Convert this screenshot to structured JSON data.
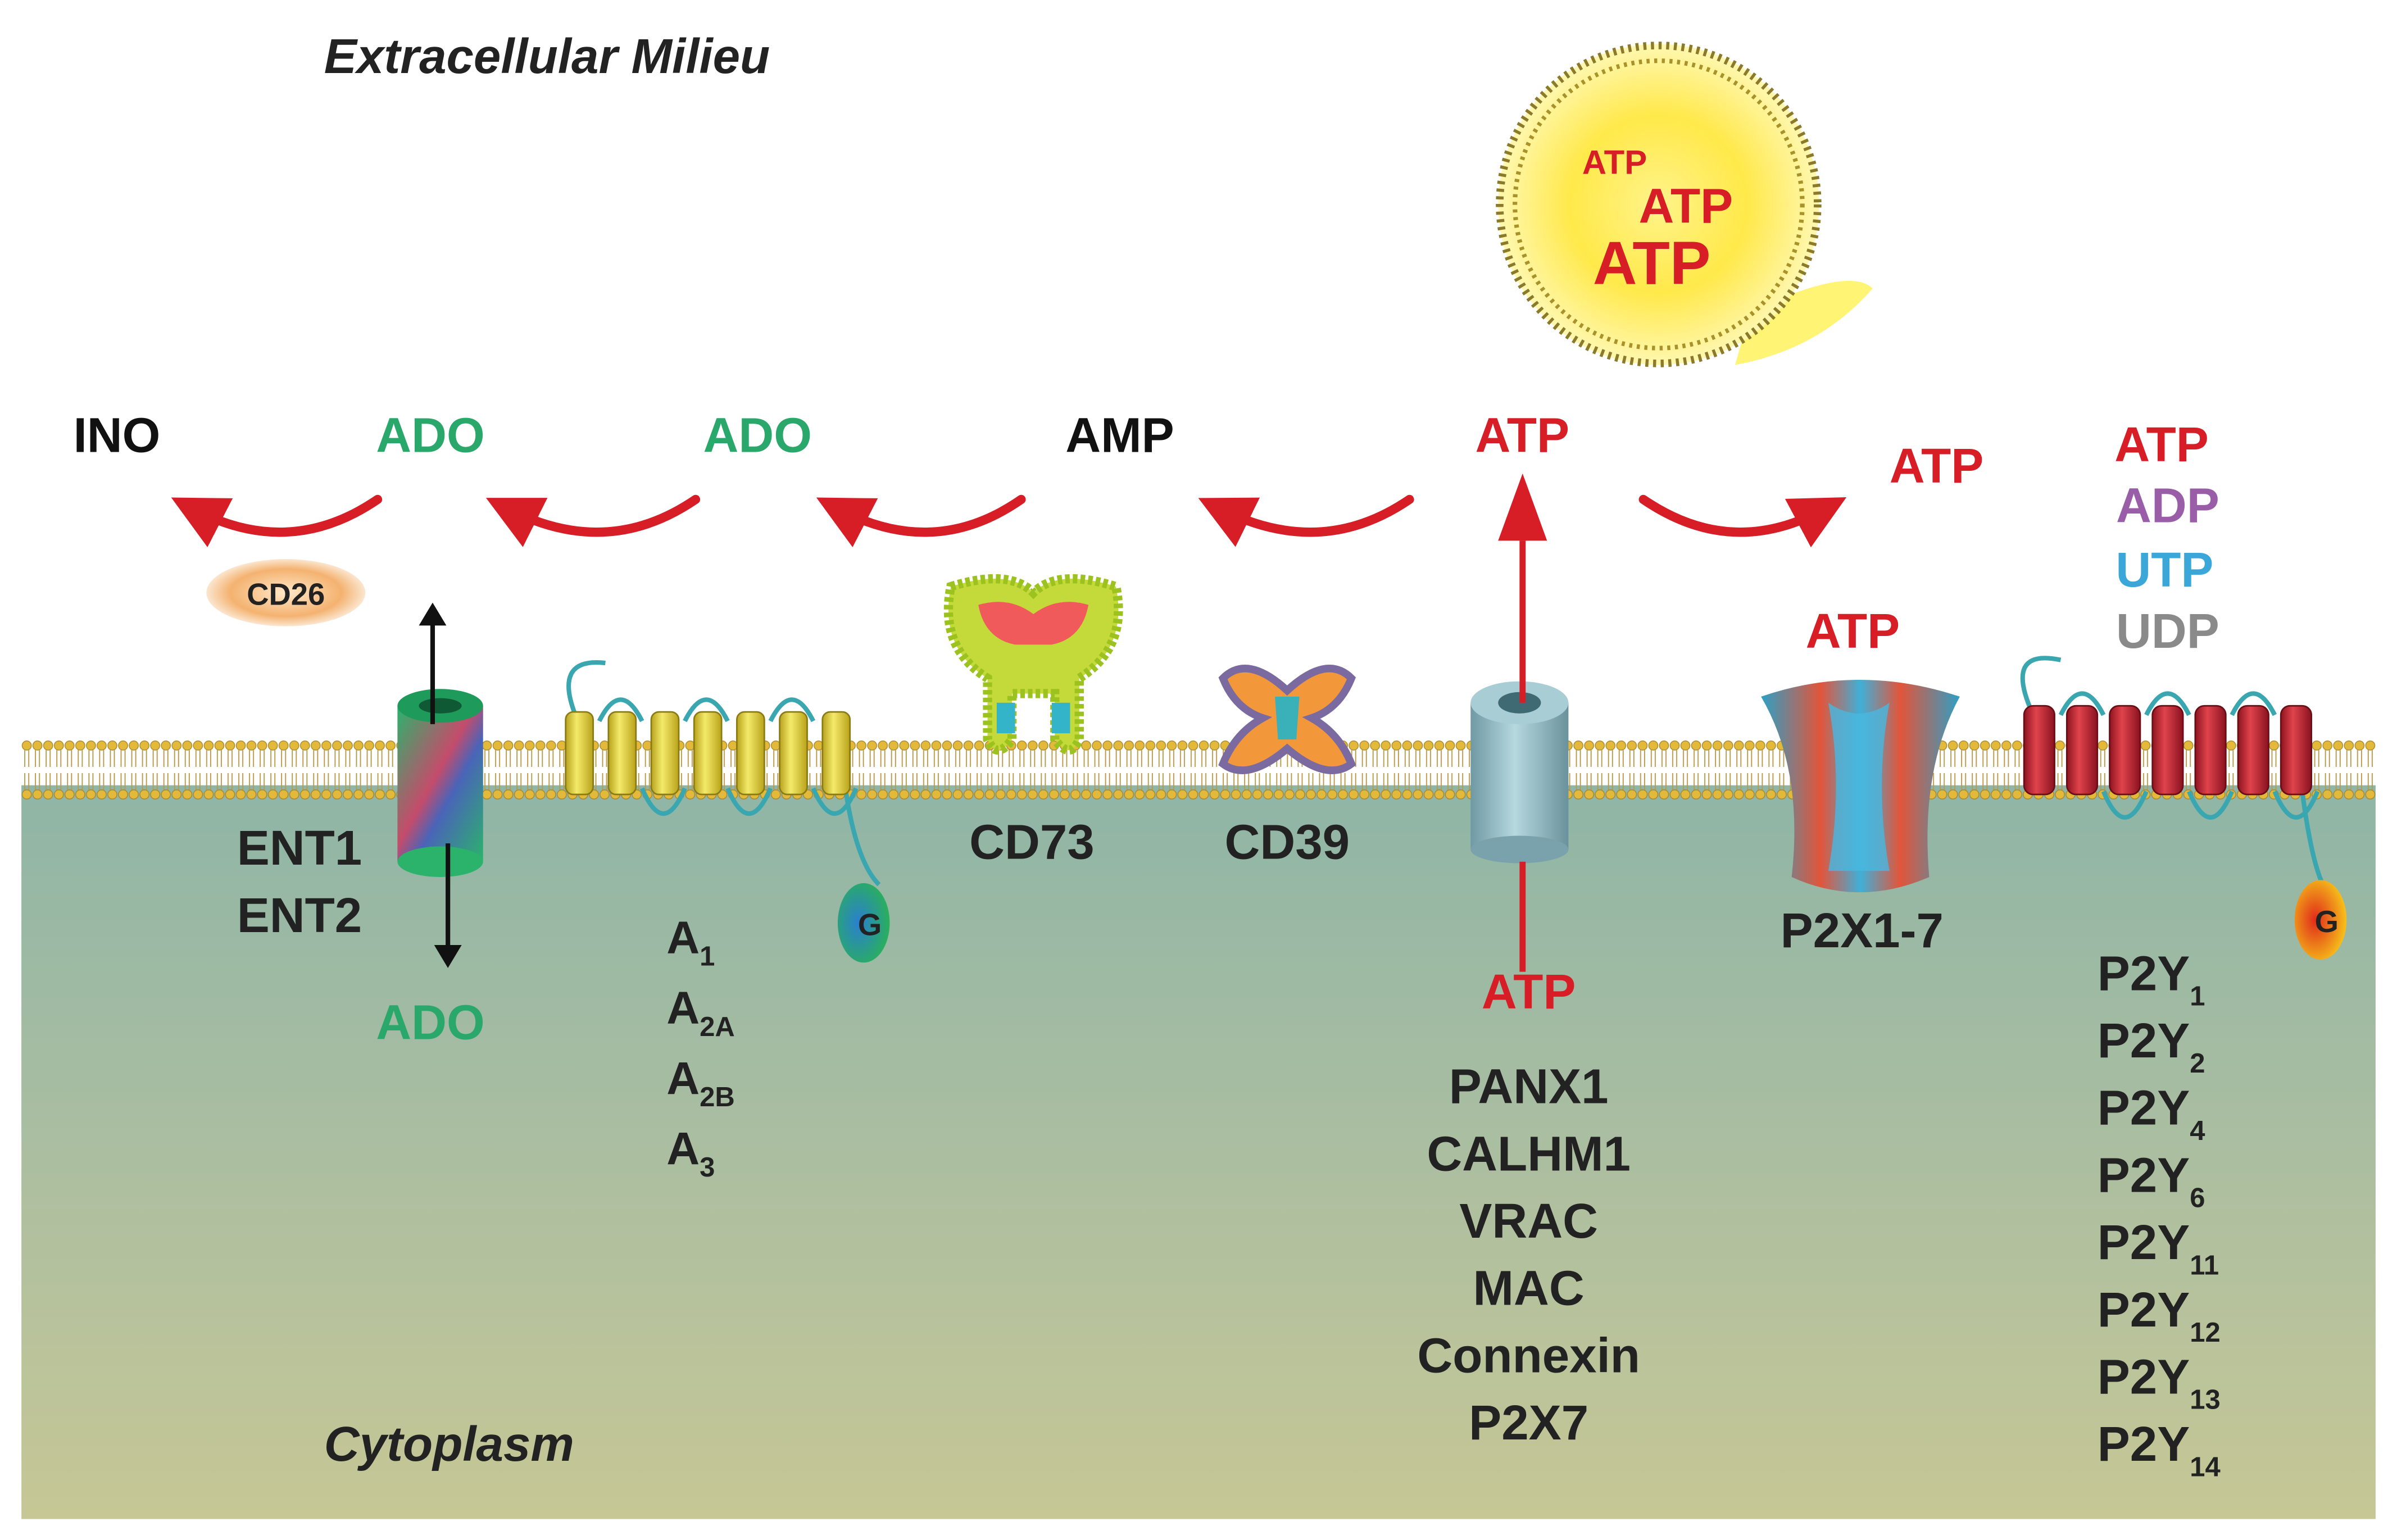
{
  "regions": {
    "top": "Extracellular Milieu",
    "bottom": "Cytoplasm"
  },
  "vesicle": {
    "atp_small": "ATP",
    "atp_medium": "ATP",
    "atp_large": "ATP"
  },
  "pathway": {
    "ino": "INO",
    "ado_1": "ADO",
    "ado_2": "ADO",
    "amp": "AMP",
    "atp_center": "ATP",
    "atp_right": "ATP",
    "atp_p2x": "ATP",
    "atp_cyto": "ATP",
    "ado_cyto": "ADO"
  },
  "p2y_ligands": {
    "atp": "ATP",
    "adp": "ADP",
    "utp": "UTP",
    "udp": "UDP"
  },
  "enzymes": {
    "cd26": "CD26",
    "cd73": "CD73",
    "cd39": "CD39"
  },
  "transporters": {
    "ent1": "ENT1",
    "ent2": "ENT2"
  },
  "adenosine_receptors": [
    {
      "base": "A",
      "sub": "1"
    },
    {
      "base": "A",
      "sub": "2A"
    },
    {
      "base": "A",
      "sub": "2B"
    },
    {
      "base": "A",
      "sub": "3"
    }
  ],
  "g_protein": {
    "left": "G",
    "right": "G"
  },
  "channels": [
    "PANX1",
    "CALHM1",
    "VRAC",
    "MAC",
    "Connexin",
    "P2X7"
  ],
  "p2x": "P2X1-7",
  "p2y_receptors": [
    {
      "base": "P2Y",
      "sub": "1"
    },
    {
      "base": "P2Y",
      "sub": "2"
    },
    {
      "base": "P2Y",
      "sub": "4"
    },
    {
      "base": "P2Y",
      "sub": "6"
    },
    {
      "base": "P2Y",
      "sub": "11"
    },
    {
      "base": "P2Y",
      "sub": "12"
    },
    {
      "base": "P2Y",
      "sub": "13"
    },
    {
      "base": "P2Y",
      "sub": "14"
    }
  ],
  "colors": {
    "atp_red": "#d71e26",
    "ado_green": "#2aa76a",
    "adp_purple": "#9a5ea8",
    "utp_blue": "#3ba7d9",
    "udp_gray": "#8a8a8a",
    "membrane_yellow": "#e9c64a",
    "cytoplasm_top": "#93b8aa",
    "cytoplasm_bottom": "#c3c698"
  }
}
